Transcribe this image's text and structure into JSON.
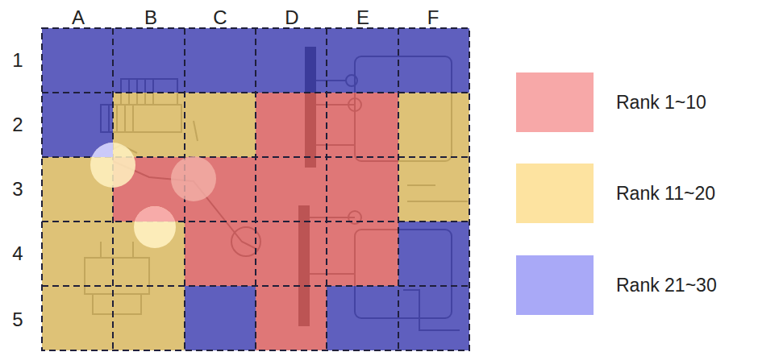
{
  "diagram": {
    "labels": [
      "A",
      "B",
      "C",
      "D",
      "E",
      "F",
      "1",
      "2",
      "3",
      "4",
      "5"
    ],
    "legend": [
      {
        "text": "Rank 1~10",
        "color": "#f7a8a8"
      },
      {
        "text": "Rank 11~20",
        "color": "#fde3a0"
      },
      {
        "text": "Rank 21~30",
        "color": "#a9a9f7"
      }
    ]
  }
}
